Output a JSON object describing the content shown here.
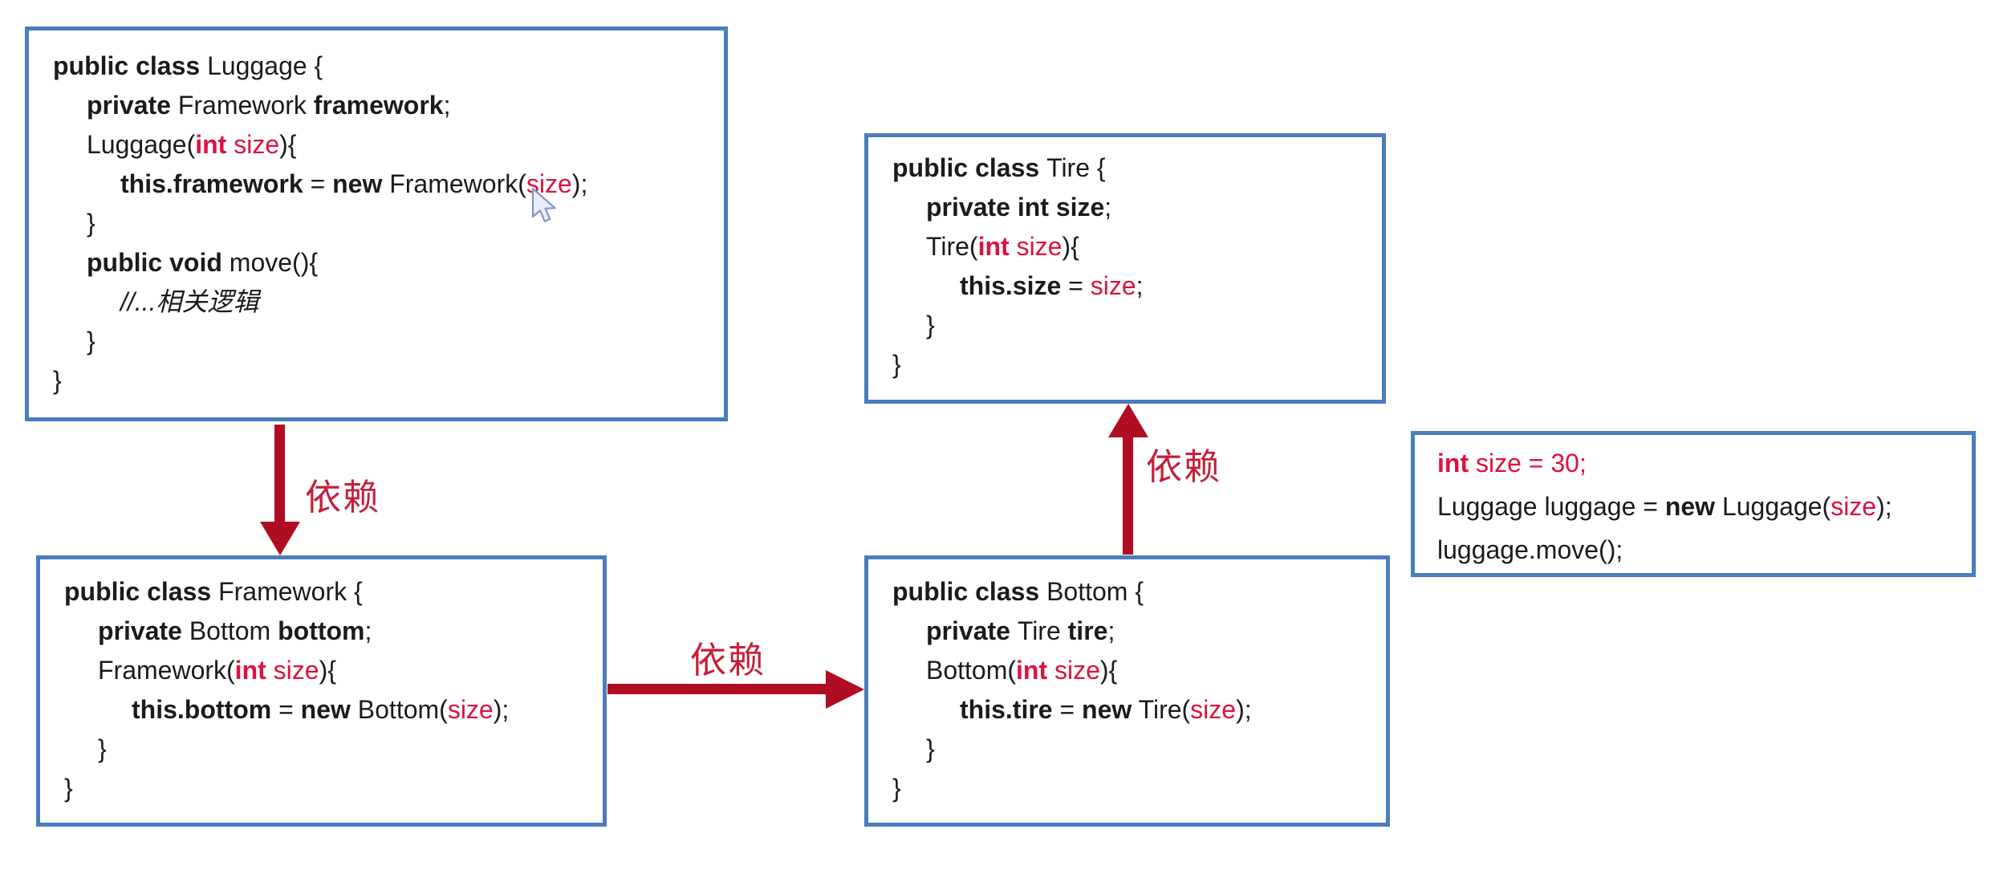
{
  "diagram": {
    "background": "#ffffff",
    "colors": {
      "box_border": "#4a7dbd",
      "arrow_red": "#b00c24",
      "label_red": "#c41f3a",
      "code_red": "#dc1240",
      "code_text": "#1b1b1b"
    },
    "boxes": [
      {
        "id": "luggage",
        "class_name": "Luggage",
        "lines": [
          {
            "ind": 0,
            "tokens": [
              {
                "t": "public class ",
                "b": true
              },
              {
                "t": "Luggage {"
              }
            ]
          },
          {
            "ind": 1,
            "tokens": [
              {
                "t": "private ",
                "b": true
              },
              {
                "t": "Framework "
              },
              {
                "t": "framework",
                "b": true
              },
              {
                "t": ";"
              }
            ]
          },
          {
            "ind": 1,
            "tokens": [
              {
                "t": "Luggage("
              },
              {
                "t": "int ",
                "b": true,
                "r": true
              },
              {
                "t": "size",
                "r": true
              },
              {
                "t": "){"
              }
            ]
          },
          {
            "ind": 2,
            "tokens": [
              {
                "t": "this.framework",
                "b": true
              },
              {
                "t": " = "
              },
              {
                "t": "new",
                "b": true
              },
              {
                "t": " Framework("
              },
              {
                "t": "size",
                "r": true
              },
              {
                "t": ");"
              }
            ]
          },
          {
            "ind": 1,
            "tokens": [
              {
                "t": "}"
              }
            ]
          },
          {
            "ind": 1,
            "tokens": [
              {
                "t": "public void ",
                "b": true
              },
              {
                "t": "move(){"
              }
            ]
          },
          {
            "ind": 2,
            "tokens": [
              {
                "t": "//...相关逻辑",
                "i": true
              }
            ]
          },
          {
            "ind": 1,
            "tokens": [
              {
                "t": "}"
              }
            ]
          },
          {
            "ind": 0,
            "tokens": [
              {
                "t": "}"
              }
            ]
          }
        ]
      },
      {
        "id": "tire",
        "class_name": "Tire",
        "lines": [
          {
            "ind": 0,
            "tokens": [
              {
                "t": "public class ",
                "b": true
              },
              {
                "t": "Tire {"
              }
            ]
          },
          {
            "ind": 1,
            "tokens": [
              {
                "t": "private int size",
                "b": true
              },
              {
                "t": ";"
              }
            ]
          },
          {
            "ind": 1,
            "tokens": [
              {
                "t": "Tire("
              },
              {
                "t": "int ",
                "b": true,
                "r": true
              },
              {
                "t": "size",
                "r": true
              },
              {
                "t": "){"
              }
            ]
          },
          {
            "ind": 2,
            "tokens": [
              {
                "t": "this.size",
                "b": true
              },
              {
                "t": " = "
              },
              {
                "t": "size",
                "r": true
              },
              {
                "t": ";"
              }
            ]
          },
          {
            "ind": 1,
            "tokens": [
              {
                "t": "}"
              }
            ]
          },
          {
            "ind": 0,
            "tokens": [
              {
                "t": "}"
              }
            ]
          }
        ]
      },
      {
        "id": "framework",
        "class_name": "Framework",
        "lines": [
          {
            "ind": 0,
            "tokens": [
              {
                "t": "public class ",
                "b": true
              },
              {
                "t": "Framework {"
              }
            ]
          },
          {
            "ind": 1,
            "tokens": [
              {
                "t": "private ",
                "b": true
              },
              {
                "t": "Bottom "
              },
              {
                "t": "bottom",
                "b": true
              },
              {
                "t": ";"
              }
            ]
          },
          {
            "ind": 1,
            "tokens": [
              {
                "t": "Framework("
              },
              {
                "t": "int ",
                "b": true,
                "r": true
              },
              {
                "t": "size",
                "r": true
              },
              {
                "t": "){"
              }
            ]
          },
          {
            "ind": 2,
            "tokens": [
              {
                "t": "this.bottom",
                "b": true
              },
              {
                "t": " = "
              },
              {
                "t": "new",
                "b": true
              },
              {
                "t": " Bottom("
              },
              {
                "t": "size",
                "r": true
              },
              {
                "t": ");"
              }
            ]
          },
          {
            "ind": 1,
            "tokens": [
              {
                "t": "}"
              }
            ]
          },
          {
            "ind": 0,
            "tokens": [
              {
                "t": "}"
              }
            ]
          }
        ]
      },
      {
        "id": "bottom",
        "class_name": "Bottom",
        "lines": [
          {
            "ind": 0,
            "tokens": [
              {
                "t": "public class ",
                "b": true
              },
              {
                "t": "Bottom {"
              }
            ]
          },
          {
            "ind": 1,
            "tokens": [
              {
                "t": "private ",
                "b": true
              },
              {
                "t": "Tire "
              },
              {
                "t": "tire",
                "b": true
              },
              {
                "t": ";"
              }
            ]
          },
          {
            "ind": 1,
            "tokens": [
              {
                "t": "Bottom("
              },
              {
                "t": "int ",
                "b": true,
                "r": true
              },
              {
                "t": "size",
                "r": true
              },
              {
                "t": "){"
              }
            ]
          },
          {
            "ind": 2,
            "tokens": [
              {
                "t": "this.tire",
                "b": true
              },
              {
                "t": " = "
              },
              {
                "t": "new",
                "b": true
              },
              {
                "t": " Tire("
              },
              {
                "t": "size",
                "r": true
              },
              {
                "t": ");"
              }
            ]
          },
          {
            "ind": 1,
            "tokens": [
              {
                "t": "}"
              }
            ]
          },
          {
            "ind": 0,
            "tokens": [
              {
                "t": "}"
              }
            ]
          }
        ]
      },
      {
        "id": "snippet",
        "class_name": "usage-snippet",
        "lines": [
          {
            "ind": 0,
            "tokens": [
              {
                "t": "int ",
                "b": true,
                "r": true
              },
              {
                "t": "size = 30;",
                "r": true
              }
            ]
          },
          {
            "ind": 0,
            "tokens": [
              {
                "t": "Luggage luggage = "
              },
              {
                "t": "new",
                "b": true
              },
              {
                "t": " Luggage("
              },
              {
                "t": "size",
                "r": true
              },
              {
                "t": ");"
              }
            ]
          },
          {
            "ind": 0,
            "tokens": [
              {
                "t": "luggage.move();"
              }
            ]
          }
        ]
      }
    ],
    "arrows": [
      {
        "id": "luggage-to-framework",
        "from": "Luggage",
        "to": "Framework",
        "direction": "down",
        "label": "依赖"
      },
      {
        "id": "framework-to-bottom",
        "from": "Framework",
        "to": "Bottom",
        "direction": "right",
        "label": "依赖"
      },
      {
        "id": "bottom-to-tire",
        "from": "Bottom",
        "to": "Tire",
        "direction": "up",
        "label": "依赖"
      }
    ],
    "cursor_icon": "mouse-arrow-cursor"
  }
}
